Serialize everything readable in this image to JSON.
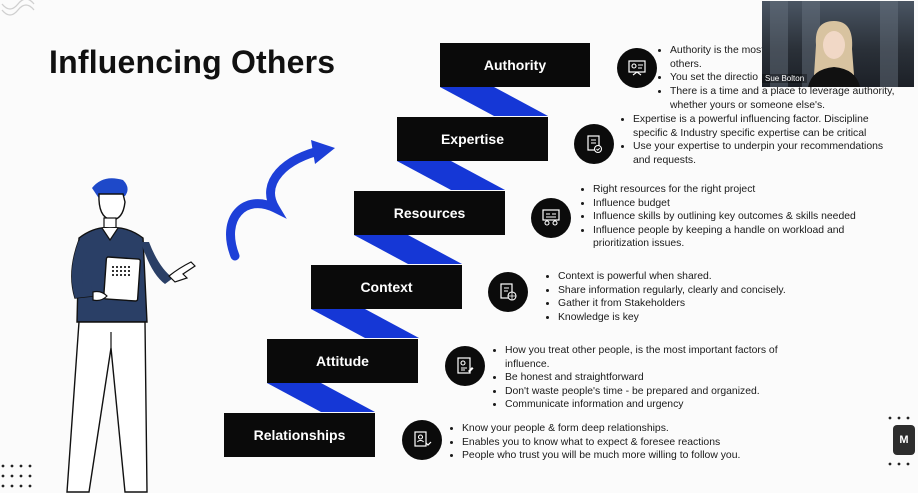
{
  "slide": {
    "title": "Influencing Others",
    "steps": [
      {
        "label": "Authority",
        "icon": "authority-icon",
        "bullets": [
          "Authority is the most",
          "others.",
          "You set the directio",
          "There is a time and a place to leverage authority, whether yours or someone else's."
        ]
      },
      {
        "label": "Expertise",
        "icon": "expertise-icon",
        "bullets": [
          "Expertise is a powerful influencing factor. Discipline specific & Industry specific expertise can be critical",
          "Use your expertise to underpin your recommendations and requests."
        ]
      },
      {
        "label": "Resources",
        "icon": "resources-icon",
        "bullets": [
          "Right resources for the right project",
          "Influence budget",
          "Influence skills by outlining key outcomes & skills needed",
          "Influence people by keeping a handle on workload and prioritization issues."
        ]
      },
      {
        "label": "Context",
        "icon": "context-icon",
        "bullets": [
          "Context is powerful when shared.",
          "Share information regularly, clearly and concisely.",
          "Gather it from Stakeholders",
          "Knowledge is key"
        ]
      },
      {
        "label": "Attitude",
        "icon": "attitude-icon",
        "bullets": [
          "How you treat other people, is the most important factors of influence.",
          "Be honest and straightforward",
          "Don't waste people's time - be prepared and organized.",
          "Communicate information and urgency"
        ]
      },
      {
        "label": "Relationships",
        "icon": "relationships-icon",
        "bullets": [
          "Know your people & form deep relationships.",
          "Enables you to know what to expect & foresee reactions",
          "People who trust you will be much more willing to follow you."
        ]
      }
    ]
  },
  "video": {
    "participant_name": "Sue Bolton"
  },
  "side_button": {
    "label": "M"
  },
  "colors": {
    "step": "#0a0a0a",
    "connector": "#1537d6",
    "arrow": "#1d3fd8",
    "figure_shirt": "#2a3f66"
  }
}
